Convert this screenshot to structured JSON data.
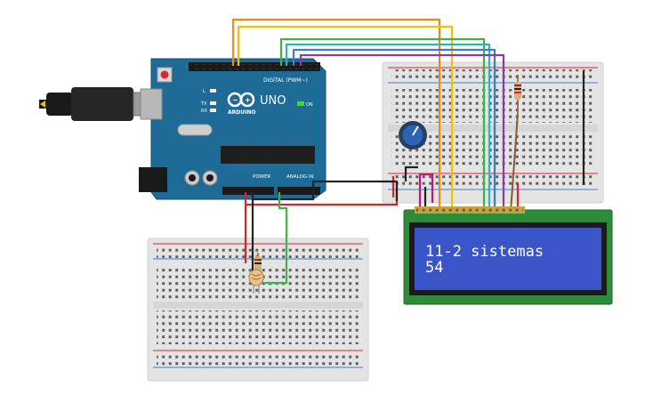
{
  "arduino": {
    "brand": "ARDUINO",
    "model": "UNO",
    "header_digital": "DIGITAL (PWM~)",
    "header_power": "POWER",
    "header_analog": "ANALOG IN",
    "on_label": "ON",
    "tx_label": "TX",
    "rx_label": "RX",
    "l_label": "L",
    "board_color": "#1d6b96"
  },
  "lcd": {
    "line1": "11-2 sistemas",
    "line2": "54",
    "backlight_color": "#3a55c8",
    "pcb_color": "#2e8b3a"
  },
  "wire_colors": {
    "orange": "#f08a12",
    "yellow": "#f2c200",
    "green": "#3bb54a",
    "teal": "#2bb3c0",
    "blue": "#3a7bd5",
    "purple": "#7e3fb0",
    "red": "#d8262a",
    "black": "#222222",
    "pink": "#c2187a",
    "brown": "#8a5a2b"
  },
  "components": {
    "potentiometer": "potentiometer",
    "photoresistor": "photoresistor",
    "resistor_upper": "resistor",
    "resistor_lower": "resistor"
  }
}
